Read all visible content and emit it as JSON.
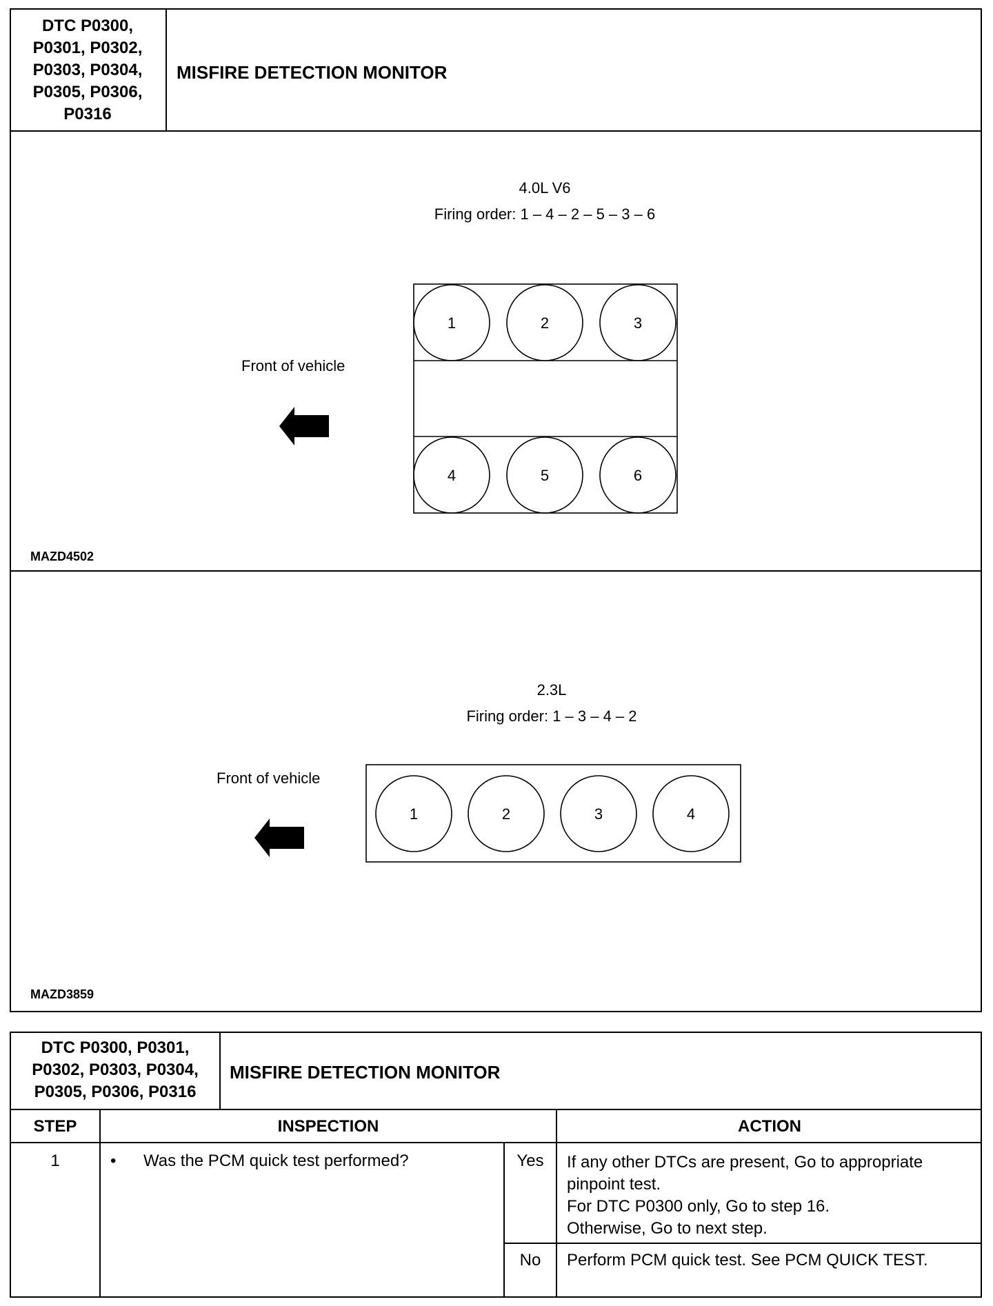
{
  "header1": {
    "dtc_lines": [
      "DTC P0300,",
      "P0301, P0302,",
      "P0303, P0304,",
      "P0305, P0306,",
      "P0316"
    ],
    "title": "MISFIRE DETECTION MONITOR"
  },
  "diagram_v6": {
    "engine": "4.0L V6",
    "firing_order": "Firing order:  1 – 4 – 2 – 5 – 3 – 6",
    "front_label": "Front of vehicle",
    "cylinders_top": [
      "1",
      "2",
      "3"
    ],
    "cylinders_bottom": [
      "4",
      "5",
      "6"
    ],
    "figure_code": "MAZD4502"
  },
  "diagram_l4": {
    "engine": "2.3L",
    "firing_order": "Firing order:  1 – 3 – 4 – 2",
    "front_label": "Front of vehicle",
    "cylinders": [
      "1",
      "2",
      "3",
      "4"
    ],
    "figure_code": "MAZD3859"
  },
  "header2": {
    "dtc_lines": [
      "DTC P0300, P0301,",
      "P0302, P0303, P0304,",
      "P0305, P0306, P0316"
    ],
    "title": "MISFIRE DETECTION MONITOR"
  },
  "table": {
    "headers": {
      "step": "STEP",
      "inspection": "INSPECTION",
      "action": "ACTION"
    },
    "rows": [
      {
        "step": "1",
        "bullet": "•",
        "inspection": "Was the PCM quick test performed?",
        "yes_label": "Yes",
        "yes_action": [
          "If any other DTCs are present, Go to appropriate",
          "pinpoint test.",
          "For DTC P0300 only, Go to step 16.",
          "Otherwise, Go to next step."
        ],
        "no_label": "No",
        "no_action": "Perform PCM quick test.  See PCM QUICK TEST."
      }
    ]
  }
}
